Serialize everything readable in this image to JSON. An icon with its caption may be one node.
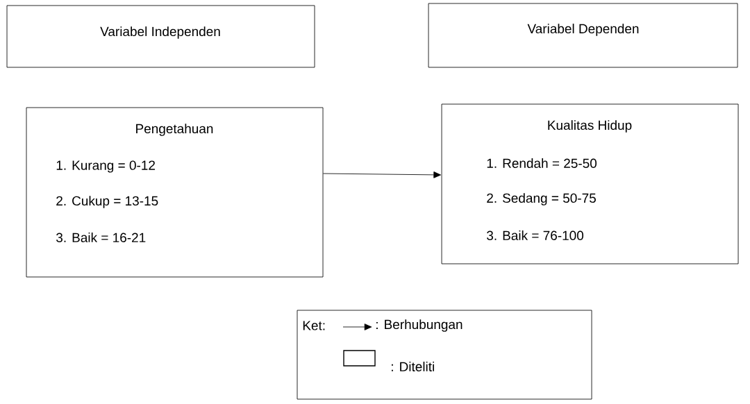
{
  "diagram": {
    "nodes": [
      {
        "text": [
          "Variabel Independen"
        ]
      },
      {
        "text": [
          "Variabel Dependen"
        ]
      },
      {
        "text": [
          "Pengetahuan",
          "1. Kurang = 0-12",
          "2. Cukup = 13-15",
          "3. Baik = 16-21"
        ]
      },
      {
        "text": [
          "Kualitas Hidup",
          "1. Rendah = 25-50",
          "2. Sedang = 50-75",
          "3. Baik = 76-100"
        ]
      }
    ],
    "edges": [
      {
        "from": 2,
        "to": 3,
        "arrow": "to"
      }
    ],
    "labels": [
      "Ket:"
    ],
    "legend": [
      {
        "text": ": Berhubungan"
      },
      {
        "text": ": Diteliti"
      }
    ]
  }
}
